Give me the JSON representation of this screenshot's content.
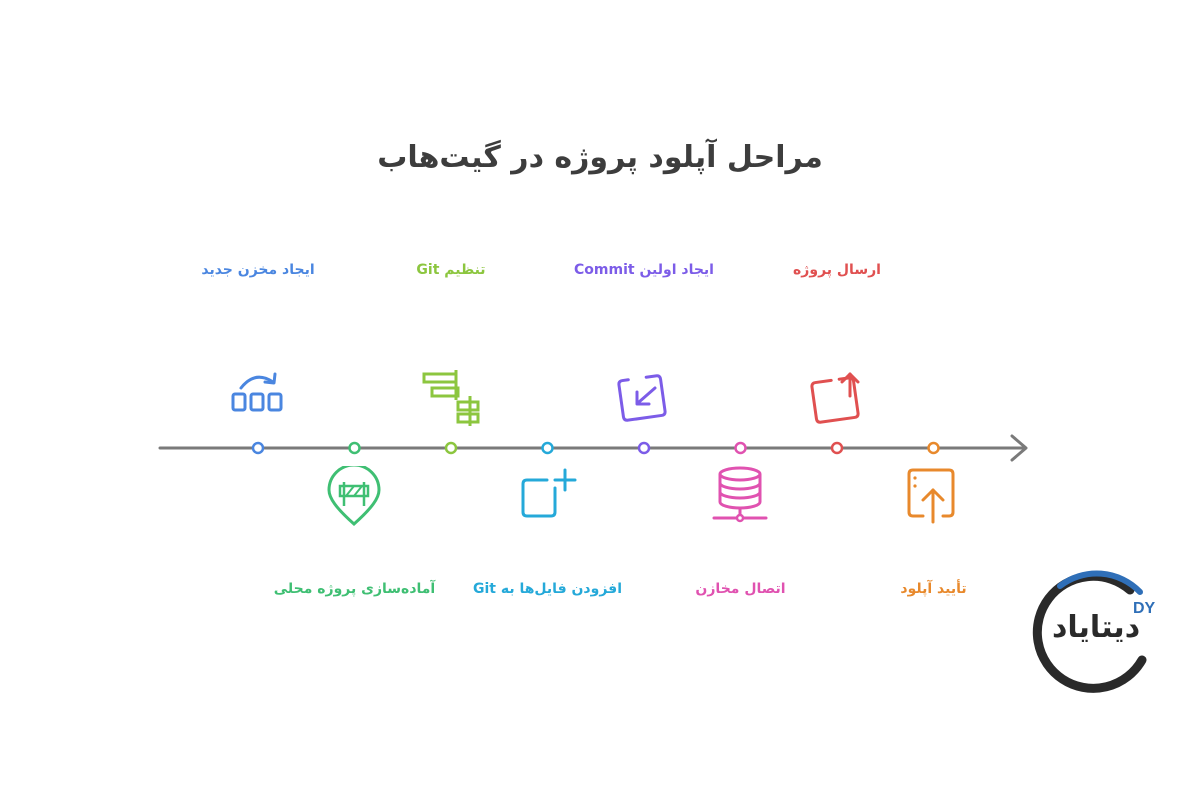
{
  "title": "مراحل آپلود پروژه در گیت‌هاب",
  "steps": [
    {
      "label": "ایجاد مخزن جدید",
      "color": "#4a86e0",
      "icon": "repository-blocks-icon"
    },
    {
      "label": "آماده‌سازی پروژه محلی",
      "color": "#3fbf73",
      "icon": "roadblock-pin-icon"
    },
    {
      "label": "تنظیم Git",
      "color": "#8cc63f",
      "icon": "gantt-config-icon"
    },
    {
      "label": "افزودن فایل‌ها به Git",
      "color": "#25a9d9",
      "icon": "add-file-icon"
    },
    {
      "label": "ایجاد اولین Commit",
      "color": "#7c5ce8",
      "icon": "commit-arrow-icon"
    },
    {
      "label": "اتصال مخازن",
      "color": "#e052b0",
      "icon": "database-network-icon"
    },
    {
      "label": "ارسال پروژه",
      "color": "#e05050",
      "icon": "push-arrow-icon"
    },
    {
      "label": "تأیید آپلود",
      "color": "#e8892c",
      "icon": "upload-confirm-icon"
    }
  ],
  "logo": {
    "text": "دیتایاد",
    "badge": "DY"
  }
}
